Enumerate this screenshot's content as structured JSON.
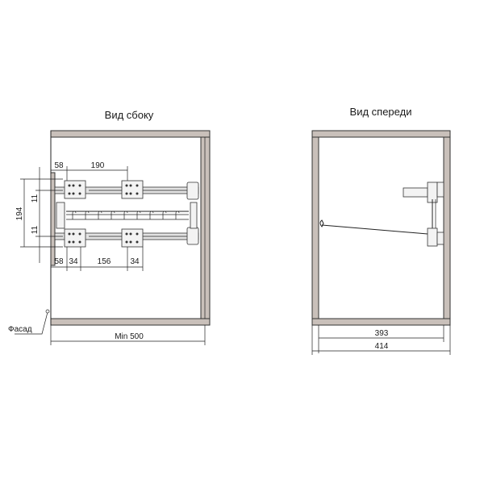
{
  "side_view": {
    "title": "Вид сбоку",
    "facade_label": "Фасад",
    "min_depth": "Min 500",
    "dims": {
      "top_offset": "58",
      "top_span": "190",
      "bottom_offset": "58",
      "bottom_gap": "34",
      "bottom_span": "156",
      "bottom_gap_right": "34",
      "height_total": "194",
      "height_top": "11",
      "height_bottom": "11"
    }
  },
  "front_view": {
    "title": "Вид спереди",
    "inner_width": "393",
    "outer_width": "414"
  }
}
